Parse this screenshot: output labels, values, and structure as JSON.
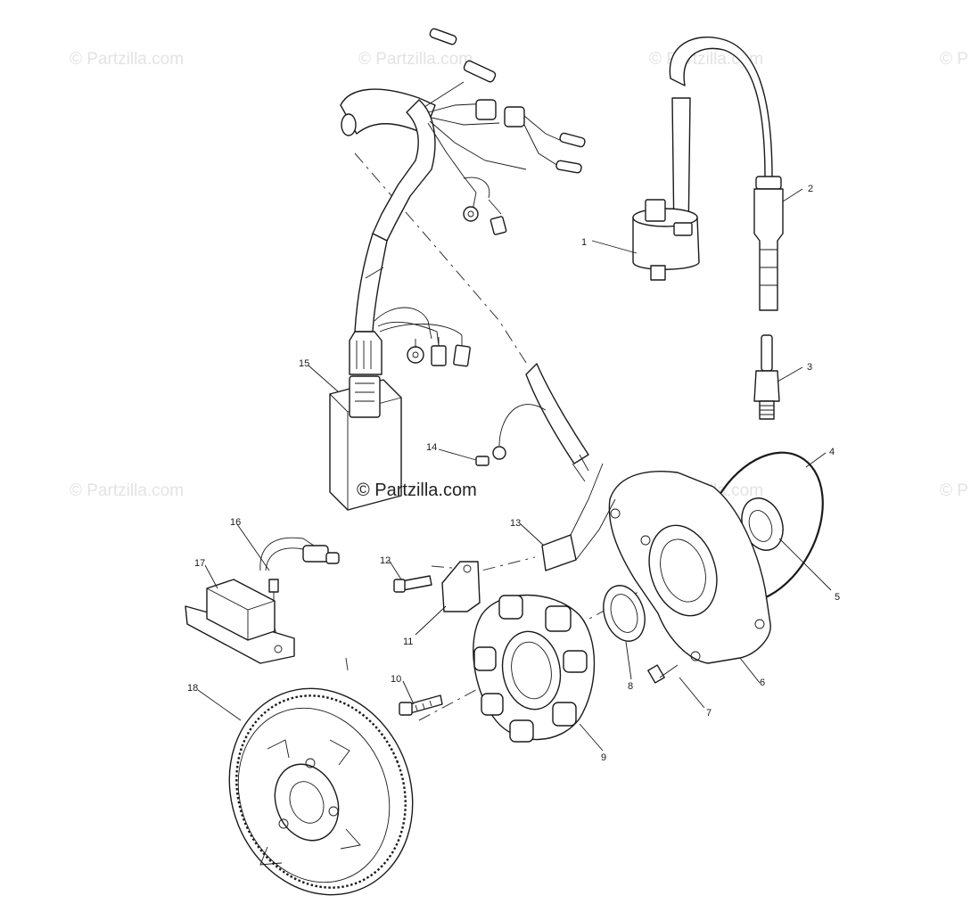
{
  "watermark": {
    "text": "© Partzilla.com",
    "center_text": "© Partzilla.com",
    "edge_text": "© P"
  },
  "callouts": [
    {
      "n": "1"
    },
    {
      "n": "2"
    },
    {
      "n": "3"
    },
    {
      "n": "4"
    },
    {
      "n": "5"
    },
    {
      "n": "6"
    },
    {
      "n": "7"
    },
    {
      "n": "8"
    },
    {
      "n": "9"
    },
    {
      "n": "10"
    },
    {
      "n": "11"
    },
    {
      "n": "12"
    },
    {
      "n": "13"
    },
    {
      "n": "14"
    },
    {
      "n": "15"
    },
    {
      "n": "16"
    },
    {
      "n": "17"
    },
    {
      "n": "18"
    }
  ],
  "colors": {
    "line": "#1a1a1a",
    "watermark": "#e3e3e3",
    "background": "#ffffff"
  }
}
